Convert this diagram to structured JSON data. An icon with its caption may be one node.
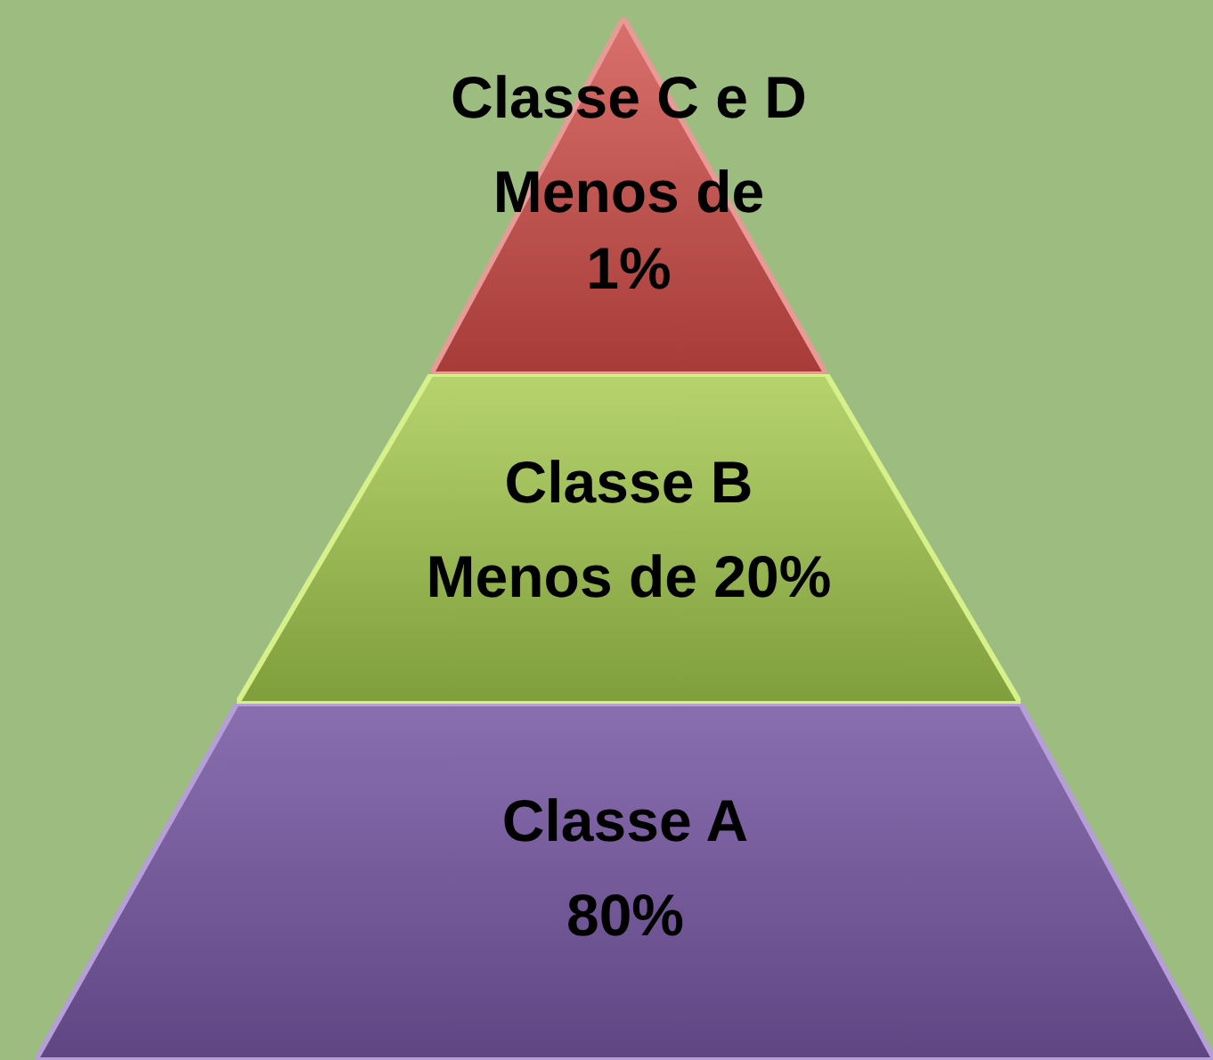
{
  "diagram": {
    "nodes": [
      {
        "text": [
          "Classe C e D",
          "Menos de 1%"
        ]
      },
      {
        "text": [
          "Classe B",
          "Menos de 20%"
        ]
      },
      {
        "text": [
          "Classe A",
          "80%"
        ]
      }
    ]
  }
}
